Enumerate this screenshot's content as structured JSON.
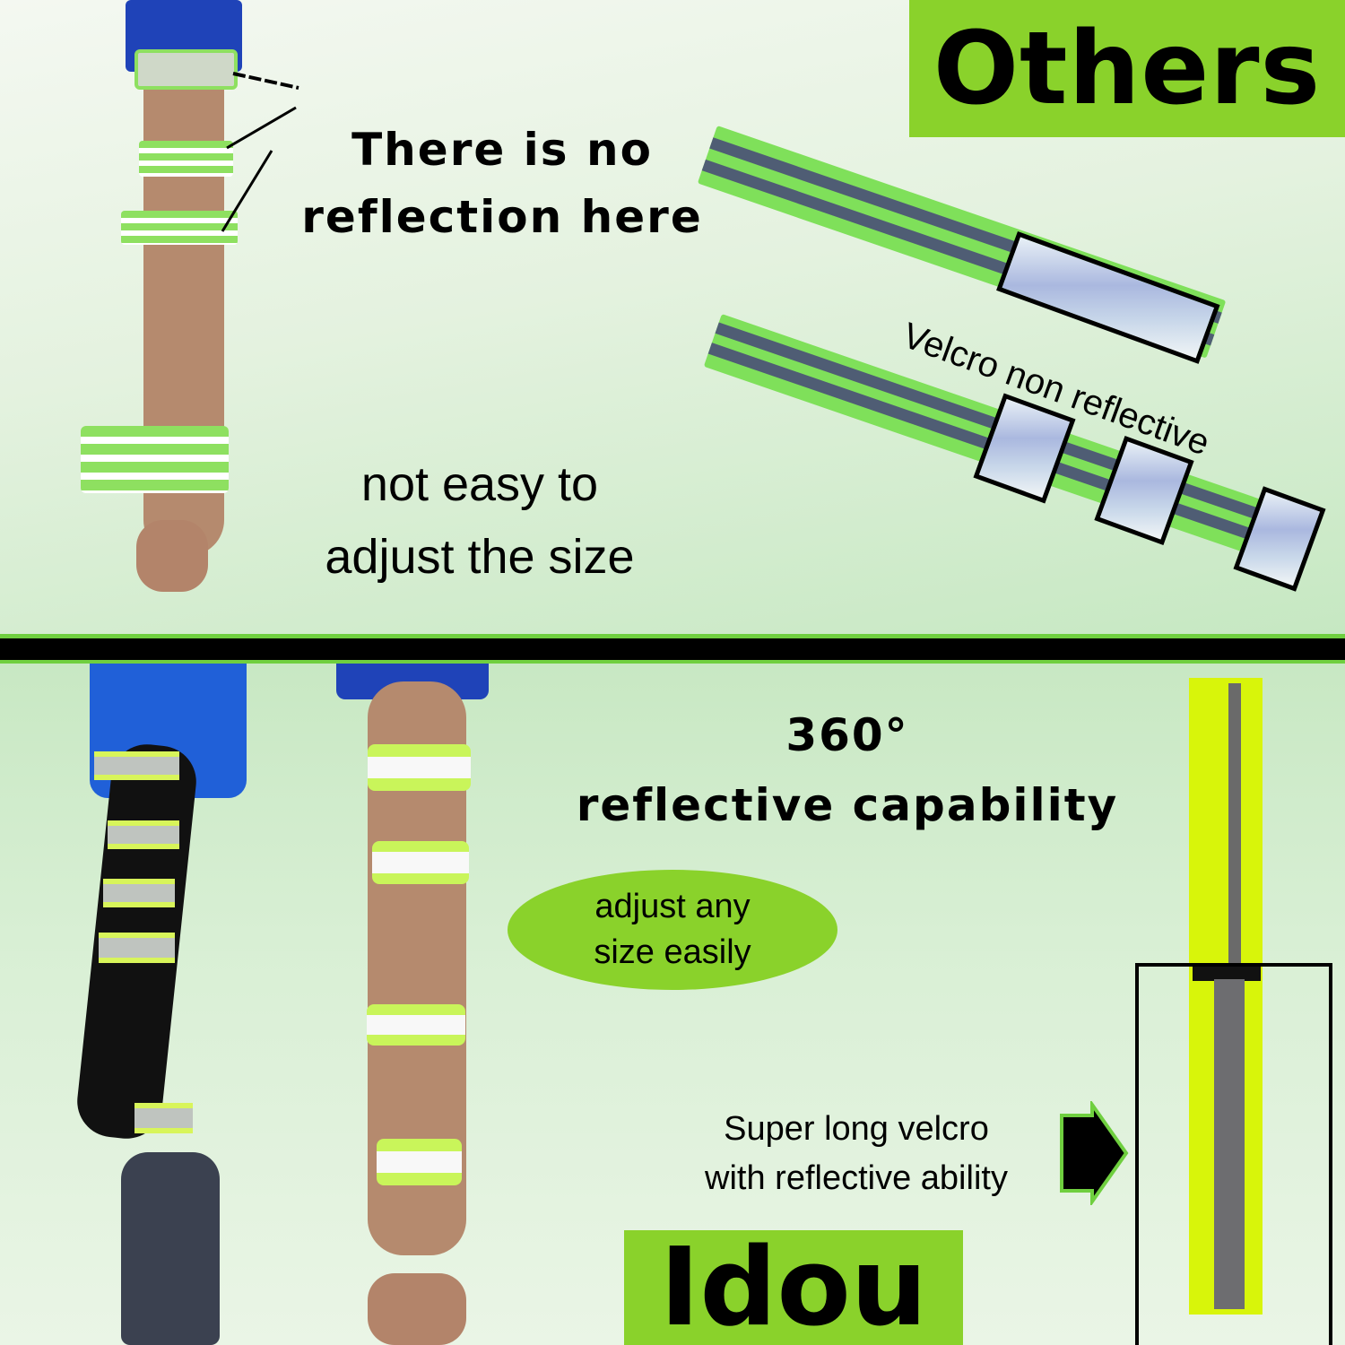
{
  "comparison": {
    "others": {
      "label": "Others",
      "callout_line1": "There is no",
      "callout_line2": "reflection here",
      "size_line1": "not easy to",
      "size_line2": "adjust the size",
      "velcro_note": "Velcro non reflective"
    },
    "idou": {
      "label": "Idou",
      "headline_line1": "360°",
      "headline_line2": "reflective capability",
      "bubble_line1": "adjust any",
      "bubble_line2": "size easily",
      "velcro_line1": "Super long velcro",
      "velcro_line2": "with reflective ability"
    }
  },
  "colors": {
    "brand_green": "#8ad22b",
    "divider_green": "#6fcf3f",
    "band_yellow": "#d8f50a",
    "reflective_gray": "#6d6d70",
    "text": "#000000"
  },
  "icons": {
    "arrow": "arrow-right-icon"
  }
}
